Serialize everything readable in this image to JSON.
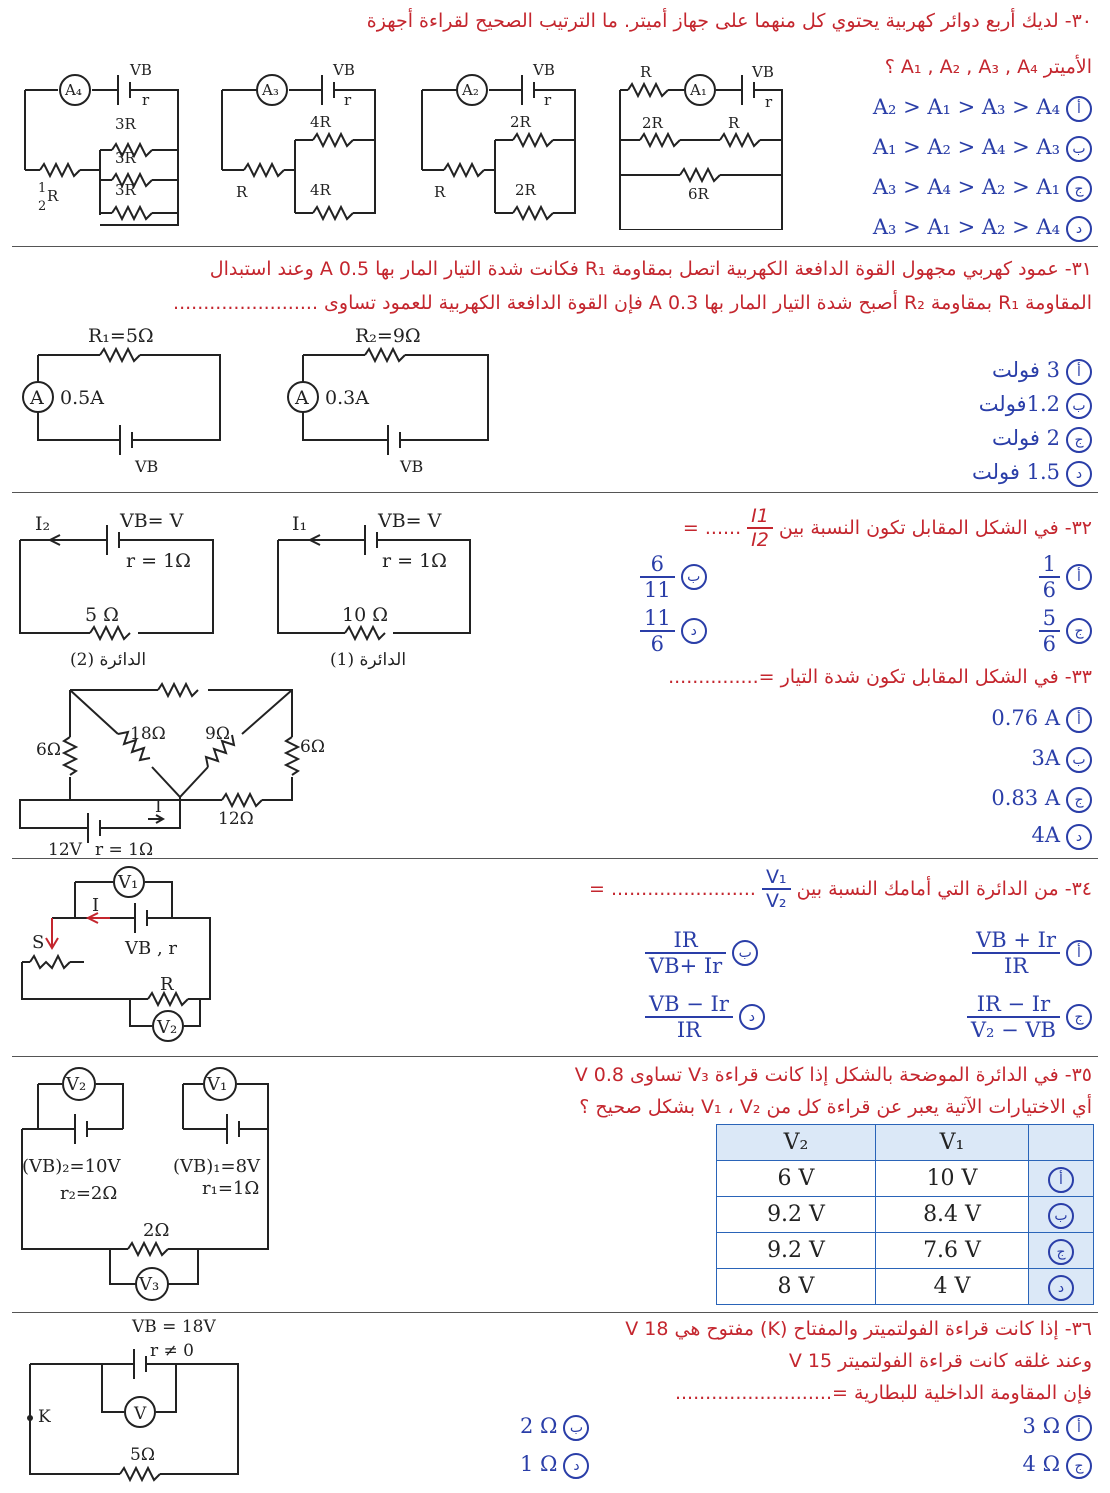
{
  "q30": {
    "text": "٣٠- لديك أربع دوائر كهربية يحتوي كل منهما على جهاز أميتر. ما الترتيب الصحيح لقراءة أجهزة",
    "text2": "الأميتر A₁ , A₂ , A₃ , A₄ ؟",
    "options": [
      {
        "label": "أ",
        "text": "A₂ > A₁ > A₃ > A₄"
      },
      {
        "label": "ب",
        "text": "A₁ > A₂ > A₄ > A₃"
      },
      {
        "label": "ج",
        "text": "A₃ > A₄ > A₂ > A₁"
      },
      {
        "label": "د",
        "text": "A₃ > A₁ > A₂ > A₄"
      }
    ],
    "circuit_labels": {
      "a4": "A₄",
      "a3": "A₃",
      "a2": "A₂",
      "a1": "A₁",
      "vb": "VB",
      "r": "r",
      "r3": "3R",
      "rhalf_n": "1",
      "rhalf_d": "2",
      "R": "R",
      "r4": "4R",
      "r2": "2R",
      "r6": "6R"
    }
  },
  "q31": {
    "text": "٣١- عمود كهربي مجهول القوة الدافعة الكهربية اتصل بمقاومة R₁ فكانت شدة التيار المار بها 0.5 A وعند استبدال",
    "text2": "المقاومة R₁ بمقاومة R₂ أصبح شدة التيار المار بها 0.3 A فإن القوة الدافعة الكهربية للعمود تساوى ........................",
    "options": [
      {
        "label": "أ",
        "text": "3 فولت"
      },
      {
        "label": "ب",
        "text": "1.2فولت"
      },
      {
        "label": "ج",
        "text": "2 فولت"
      },
      {
        "label": "د",
        "text": "1.5 فولت"
      }
    ],
    "circuit_labels": {
      "r1": "R₁=5Ω",
      "r2": "R₂=9Ω",
      "i1": "0.5A",
      "i2": "0.3A",
      "a": "A",
      "vb": "VB"
    }
  },
  "q32": {
    "text": "٣٢- في الشكل المقابل تكون النسبة بين",
    "frac_n": "I1",
    "frac_d": "I2",
    "dots": "= ......",
    "options": [
      {
        "label": "أ",
        "n": "1",
        "d": "6"
      },
      {
        "label": "ب",
        "n": "6",
        "d": "11"
      },
      {
        "label": "ج",
        "n": "5",
        "d": "6"
      },
      {
        "label": "د",
        "n": "11",
        "d": "6"
      }
    ],
    "circuit_labels": {
      "i2": "I₂",
      "i1": "I₁",
      "vb": "VB= V",
      "r": "r = 1Ω",
      "r5": "5 Ω",
      "r10": "10 Ω",
      "c2": "الدائرة (2)",
      "c1": "الدائرة (1)"
    }
  },
  "q33": {
    "text": "٣٣- في الشكل المقابل تكون شدة التيار =...............",
    "options": [
      {
        "label": "أ",
        "text": "0.76 A"
      },
      {
        "label": "ب",
        "text": "3A"
      },
      {
        "label": "ج",
        "text": "0.83 A"
      },
      {
        "label": "د",
        "text": "4A"
      }
    ],
    "circuit_labels": {
      "r6a": "6Ω",
      "r18": "18Ω",
      "r9": "9Ω",
      "r6b": "6Ω",
      "r12": "12Ω",
      "i": "I",
      "emf": "12V",
      "r": "r = 1Ω"
    }
  },
  "q34": {
    "text": "٣٤- من الدائرة التي أمامك النسبة بين",
    "frac_n": "V₁",
    "frac_d": "V₂",
    "dots": "= ........................",
    "options": [
      {
        "label": "أ",
        "n": "VB + Ir",
        "d": "IR"
      },
      {
        "label": "ب",
        "n": "IR",
        "d": "VB+ Ir"
      },
      {
        "label": "ج",
        "n": "IR − Ir",
        "d": "V₂ − VB"
      },
      {
        "label": "د",
        "n": "VB − Ir",
        "d": "IR"
      }
    ],
    "circuit_labels": {
      "v1": "V₁",
      "v2": "V₂",
      "i": "I",
      "s": "S",
      "vb": "VB , r",
      "R": "R"
    }
  },
  "q35": {
    "text": "٣٥- في الدائرة الموضحة بالشكل إذا كانت قراءة V₃ تساوى 0.8 V",
    "text2": "أي الاختيارات الآتية يعبر عن قراءة كل من V₁ ، V₂ بشكل صحيح ؟",
    "table": {
      "headers": [
        "V₂",
        "V₁"
      ],
      "rows": [
        {
          "label": "أ",
          "v2": "6 V",
          "v1": "10 V"
        },
        {
          "label": "ب",
          "v2": "9.2 V",
          "v1": "8.4 V"
        },
        {
          "label": "ج",
          "v2": "9.2 V",
          "v1": "7.6 V"
        },
        {
          "label": "د",
          "v2": "8 V",
          "v1": "4 V"
        }
      ]
    },
    "circuit_labels": {
      "v2": "V₂",
      "v1": "V₁",
      "v3": "V₃",
      "b2": "(VB)₂=10V",
      "r2": "r₂=2Ω",
      "b1": "(VB)₁=8V",
      "r1": "r₁=1Ω",
      "r": "2Ω"
    }
  },
  "q36": {
    "text": "٣٦- إذا كانت قراءة الفولتميتر والمفتاح (K) مفتوح هي 18 V",
    "text2": "وعند غلقه كانت قراءة الفولتميتر 15 V",
    "text3": "فإن المقاومة الداخلية للبطارية =..........................",
    "options": [
      {
        "label": "أ",
        "text": "3 Ω"
      },
      {
        "label": "ب",
        "text": "2 Ω"
      },
      {
        "label": "ج",
        "text": "4 Ω"
      },
      {
        "label": "د",
        "text": "1 Ω"
      }
    ],
    "circuit_labels": {
      "vb": "VB = 18V",
      "r": "r ≠ 0",
      "v": "V",
      "k": "K",
      "r5": "5Ω"
    }
  }
}
